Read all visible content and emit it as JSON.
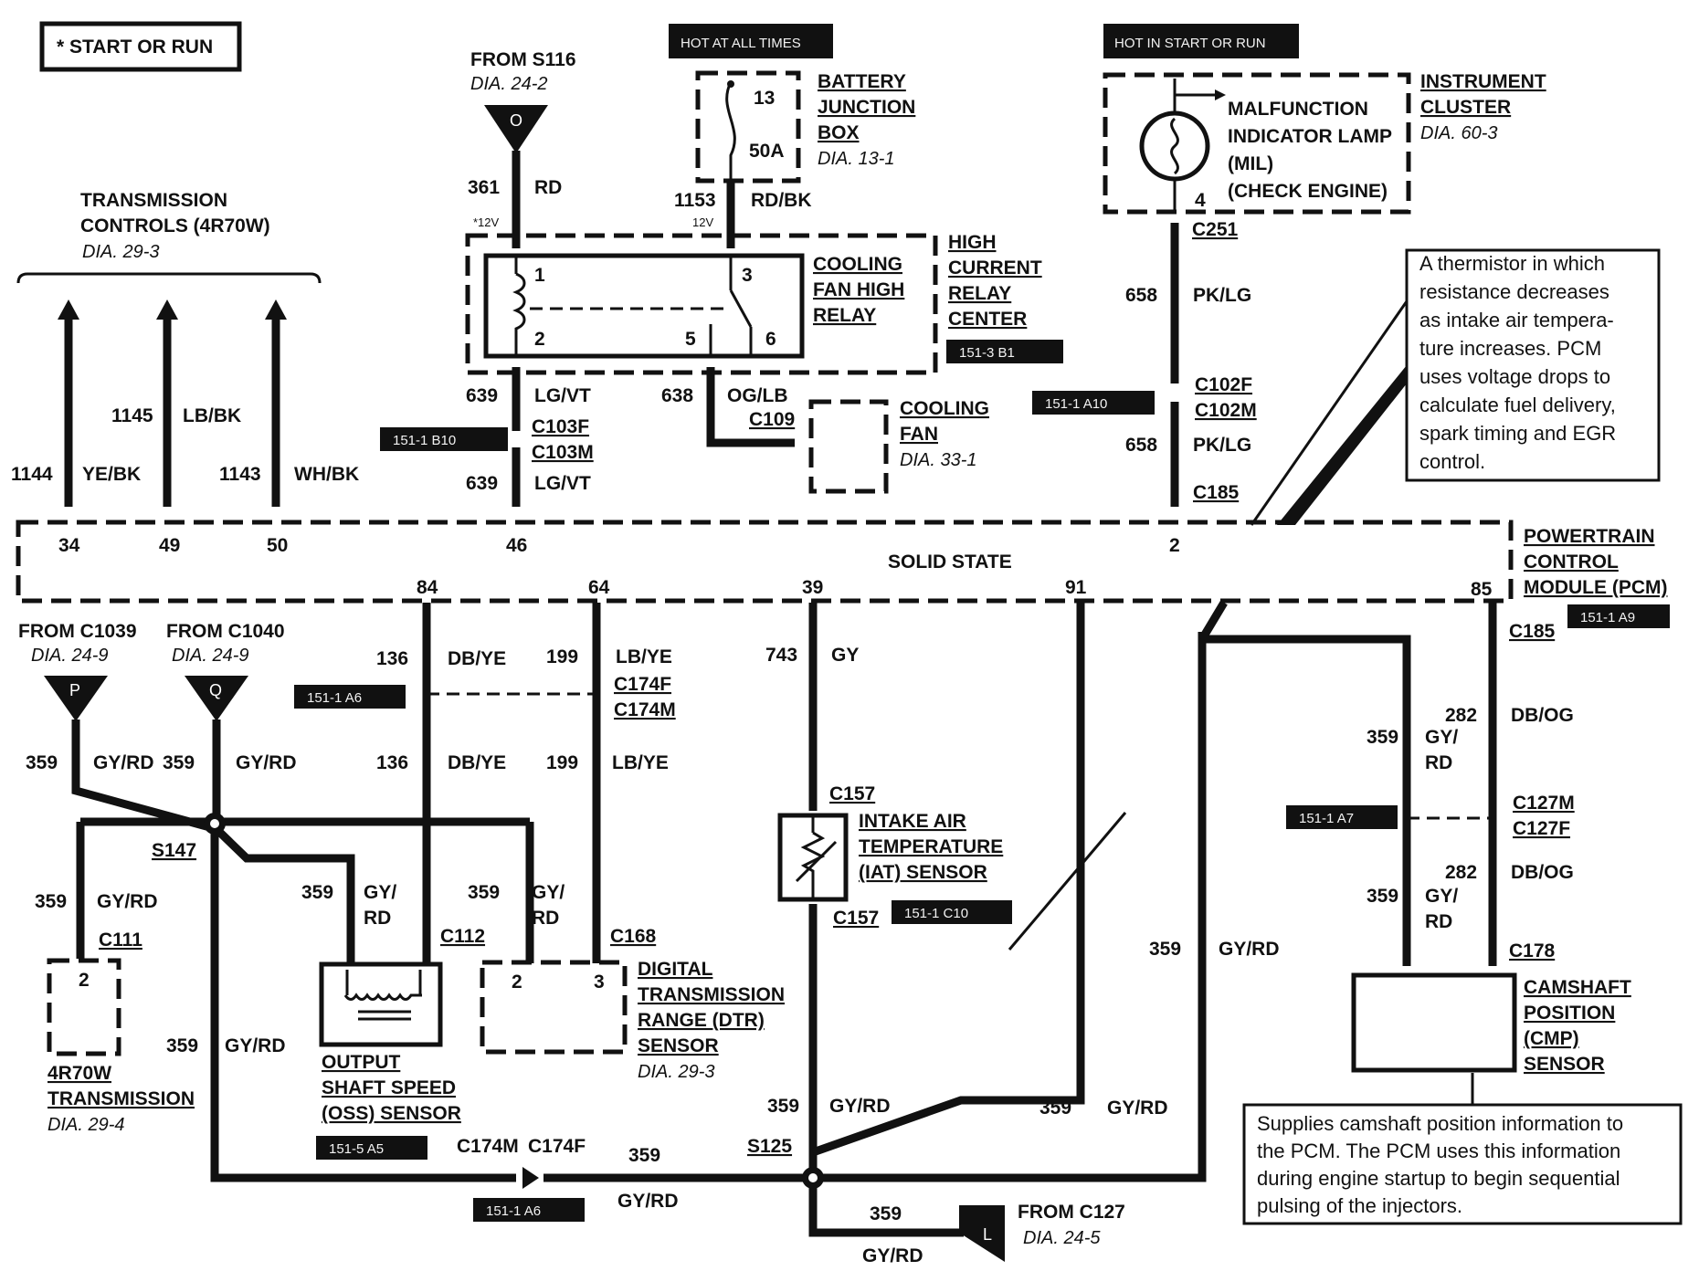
{
  "legend": {
    "start_or_run": "* START OR RUN"
  },
  "labels": {
    "hot_at_all_times": "HOT AT ALL TIMES",
    "hot_in_start_or_run": "HOT IN START OR RUN",
    "from_s116": "FROM S116",
    "from_s116_dia": "DIA. 24-2",
    "from_s116_conn": "O",
    "bjb_line1": "BATTERY",
    "bjb_line2": "JUNCTION",
    "bjb_line3": "BOX",
    "bjb_dia": "DIA. 13-1",
    "fuse_num": "13",
    "fuse_amp": "50A",
    "mil_line1": "MALFUNCTION",
    "mil_line2": "INDICATOR LAMP",
    "mil_line3": "(MIL)",
    "mil_line4": "(CHECK ENGINE)",
    "ic_line1": "INSTRUMENT",
    "ic_line2": "CLUSTER",
    "ic_dia": "DIA. 60-3",
    "mil_pin": "4",
    "c251": "C251",
    "tc_line1": "TRANSMISSION",
    "tc_line2": "CONTROLS (4R70W)",
    "tc_dia": "DIA. 29-3",
    "w361": "361",
    "rd": "RD",
    "w1153": "1153",
    "rdbk": "RD/BK",
    "v12a": "*12V",
    "v12b": "12V",
    "cfr_line1": "COOLING",
    "cfr_line2": "FAN HIGH",
    "cfr_line3": "RELAY",
    "hcr_line1": "HIGH",
    "hcr_line2": "CURRENT",
    "hcr_line3": "RELAY",
    "hcr_line4": "CENTER",
    "hcr_tag": "151-3 B1",
    "pin1": "1",
    "pin2": "2",
    "pin3": "3",
    "pin5": "5",
    "pin6": "6",
    "w658a": "658",
    "pklg_a": "PK/LG",
    "c102f": "C102F",
    "c102m": "C102M",
    "tag_a10": "151-1 A10",
    "w658b": "658",
    "pklg_b": "PK/LG",
    "c185a": "C185",
    "note_iat": [
      "A thermistor in which",
      "resistance decreases",
      "as intake air tempera-",
      "ture increases. PCM",
      "uses voltage drops to",
      "calculate fuel delivery,",
      "spark timing and EGR",
      "control."
    ],
    "w1145": "1145",
    "lbbk": "LB/BK",
    "w1144": "1144",
    "yebk": "YE/BK",
    "w1143": "1143",
    "whbk": "WH/BK",
    "w639a": "639",
    "lgvt_a": "LG/VT",
    "w638": "638",
    "oglb": "OG/LB",
    "c109": "C109",
    "c103f": "C103F",
    "c103m": "C103M",
    "tag_b10": "151-1 B10",
    "w639b": "639",
    "lgvt_b": "LG/VT",
    "cf_line1": "COOLING",
    "cf_line2": "FAN",
    "cf_dia": "DIA. 33-1",
    "pcm_pin34": "34",
    "pcm_pin49": "49",
    "pcm_pin50": "50",
    "pcm_pin46": "46",
    "pcm_pin2": "2",
    "solid_state": "SOLID STATE",
    "pcm_line1": "POWERTRAIN",
    "pcm_line2": "CONTROL",
    "pcm_line3": "MODULE (PCM)",
    "pcm_tag": "151-1 A9",
    "pcm_pin84": "84",
    "pcm_pin64": "64",
    "pcm_pin39": "39",
    "pcm_pin91": "91",
    "pcm_pin85": "85",
    "c185b": "C185",
    "from_c1039": "FROM  C1039",
    "from_c1039_dia": "DIA. 24-9",
    "from_c1039_conn": "P",
    "from_c1040": "FROM  C1040",
    "from_c1040_dia": "DIA. 24-9",
    "from_c1040_conn": "Q",
    "w136a": "136",
    "dbye_a": "DB/YE",
    "w199a": "199",
    "lbye_a": "LB/YE",
    "c174f_a": "C174F",
    "c174m_a": "C174M",
    "tag_a6a": "151-1 A6",
    "w743": "743",
    "gy": "GY",
    "w282a": "282",
    "dbog_a": "DB/OG",
    "w359_cmp_a": "359",
    "gy_cmp_a": "GY/",
    "rd_cmp_a": "RD",
    "c127m": "C127M",
    "c127f": "C127F",
    "tag_a7": "151-1 A7",
    "w282b": "282",
    "dbog_b": "DB/OG",
    "w359_cmp_b": "359",
    "gy_cmp_b": "GY/",
    "rd_cmp_b": "RD",
    "c178": "C178",
    "cmp_line1": "CAMSHAFT",
    "cmp_line2": "POSITION",
    "cmp_line3": "(CMP)",
    "cmp_line4": "SENSOR",
    "note_cmp": [
      "Supplies camshaft position information to",
      "the PCM. The PCM uses this information",
      "during engine startup to begin sequential",
      "pulsing of the injectors."
    ],
    "w359p": "359",
    "gyrd_p": "GY/RD",
    "w359q": "359",
    "gyrd_q": "GY/RD",
    "w136b": "136",
    "dbye_b": "DB/YE",
    "w199b": "199",
    "lbye_b": "LB/YE",
    "c157a": "C157",
    "iat_line1": "INTAKE AIR",
    "iat_line2": "TEMPERATURE",
    "iat_line3": "(IAT) SENSOR",
    "c157b": "C157",
    "tag_c10": "151-1 C10",
    "s147": "S147",
    "w359_c111": "359",
    "gyrd_c111": "GY/RD",
    "c111": "C111",
    "trans_pin": "2",
    "trans_line1": "4R70W",
    "trans_line2": "TRANSMISSION",
    "trans_dia": "DIA. 29-4",
    "w359_oss": "359",
    "gy_oss": "GY/",
    "rd_oss": "RD",
    "c112": "C112",
    "w359_dtr": "359",
    "gy_dtr": "GY/",
    "rd_dtr": "RD",
    "c168": "C168",
    "dtr_pin2": "2",
    "dtr_pin3": "3",
    "dtr_line1": "DIGITAL",
    "dtr_line2": "TRANSMISSION",
    "dtr_line3": "RANGE (DTR)",
    "dtr_line4": "SENSOR",
    "dtr_dia": "DIA. 29-3",
    "oss_line1": "OUTPUT",
    "oss_line2": "SHAFT SPEED",
    "oss_line3": "(OSS) SENSOR",
    "tag_a5": "151-5 A5",
    "w359_trunk": "359",
    "gyrd_trunk": "GY/RD",
    "w359_right": "359",
    "gyrd_right": "GY/RD",
    "w359_s125": "359",
    "gyrd_s125": "GY/RD",
    "w359_mid": "359",
    "gyrd_mid": "GY/RD",
    "c174m_b": "C174M",
    "c174f_b": "C174F",
    "w359_bot": "359",
    "gyrd_bot": "GY/RD",
    "tag_a6b": "151-1 A6",
    "s125": "S125",
    "w359_l": "359",
    "gyrd_l": "GY/RD",
    "from_c127": "FROM C127",
    "from_c127_dia": "DIA. 24-5",
    "from_c127_conn": "L"
  }
}
